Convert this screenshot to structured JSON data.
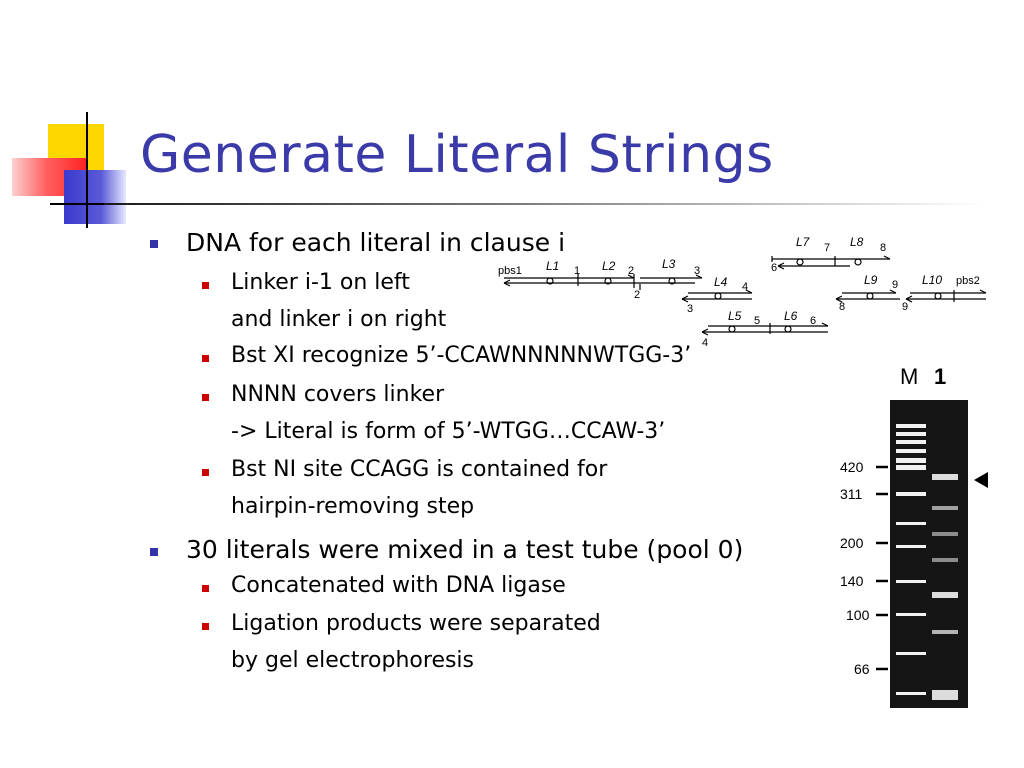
{
  "slide": {
    "title": "Generate Literal Strings",
    "bullets": [
      {
        "text": "DNA for each literal in clause i"
      },
      {
        "text": "Linker i-1 on left"
      },
      {
        "text": "and linker i on right"
      },
      {
        "text": "Bst XI recognize 5’-CCAWNNNNNWTGG-3’"
      },
      {
        "text": "NNNN covers linker"
      },
      {
        "text": "-> Literal is form of 5’-WTGG…CCAW-3’"
      },
      {
        "text": "Bst NI site CCAGG is contained for"
      },
      {
        "text": "hairpin-removing step"
      },
      {
        "text": "30 literals were mixed in a test tube (pool 0)"
      },
      {
        "text": "Concatenated with DNA ligase"
      },
      {
        "text": "Ligation products were separated"
      },
      {
        "text": "by gel electrophoresis"
      }
    ]
  },
  "diagram": {
    "labels": [
      "pbs1",
      "L1",
      "1",
      "L2",
      "2",
      "3",
      "L3",
      "2",
      "L4",
      "4",
      "3",
      "L5",
      "5",
      "L6",
      "6",
      "4",
      "L7",
      "7",
      "L8",
      "8",
      "6",
      "L9",
      "9",
      "L10",
      "pbs2",
      "8",
      "9"
    ]
  },
  "gel": {
    "lane_labels": [
      "M",
      "1"
    ],
    "size_markers": [
      "420",
      "311",
      "200",
      "140",
      "100",
      "66"
    ]
  }
}
